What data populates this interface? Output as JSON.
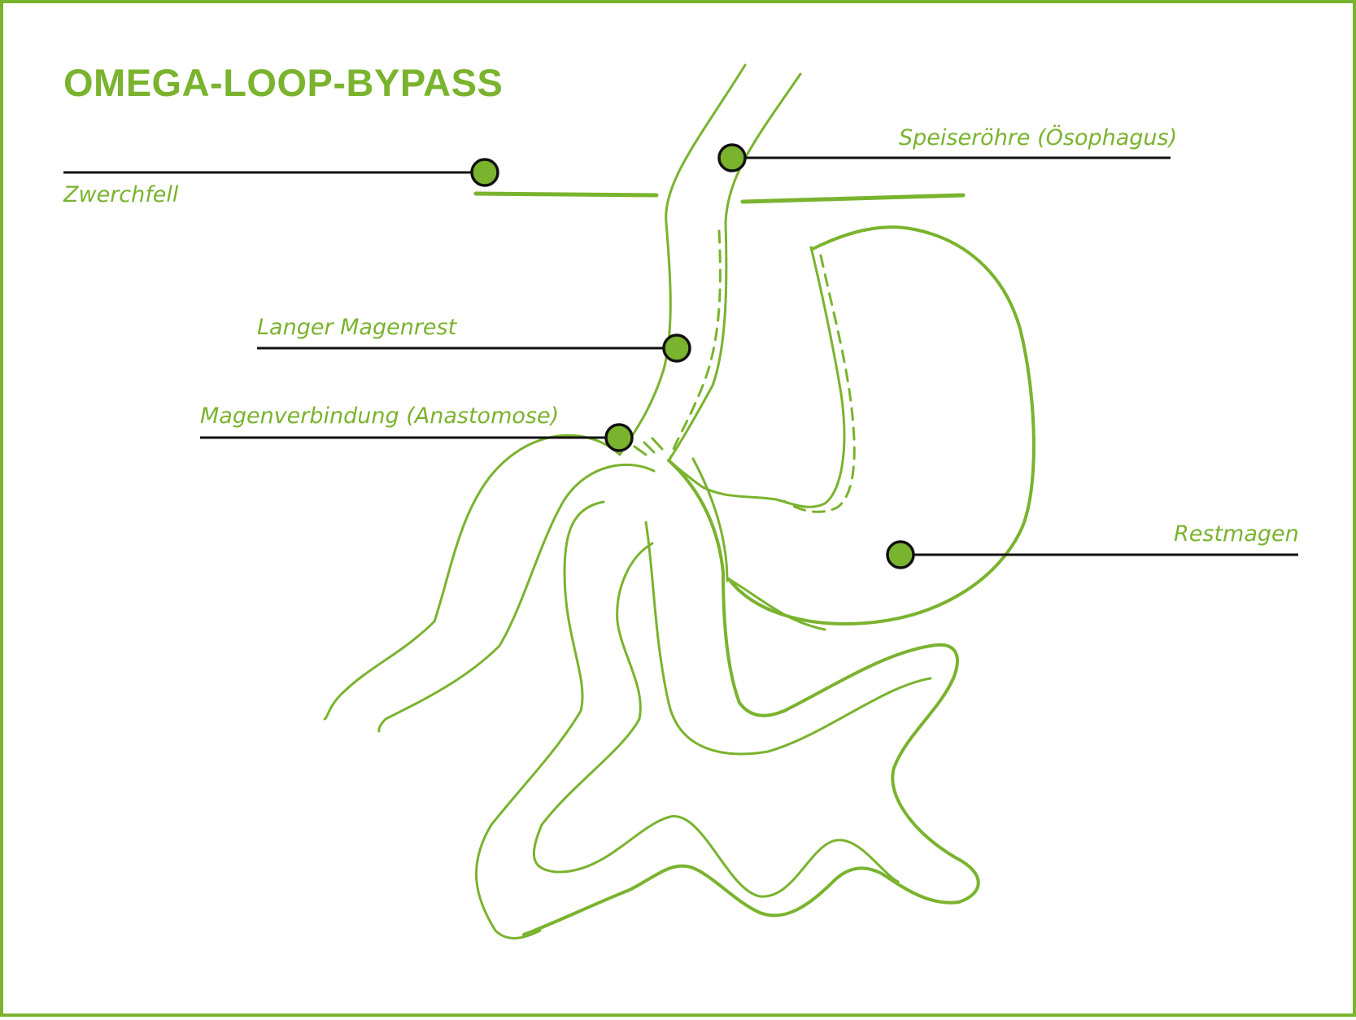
{
  "title": "OMEGA-LOOP-BYPASS",
  "colors": {
    "accent": "#7ab32e",
    "line": "#111111",
    "marker_fill": "#7ab32e"
  },
  "labels": {
    "zwerchfell": "Zwerchfell",
    "speiseroehre": "Speiseröhre (Ösophagus)",
    "magenrest": "Langer Magenrest",
    "anastomose": "Magenverbindung (Anastomose)",
    "restmagen": "Restmagen"
  }
}
